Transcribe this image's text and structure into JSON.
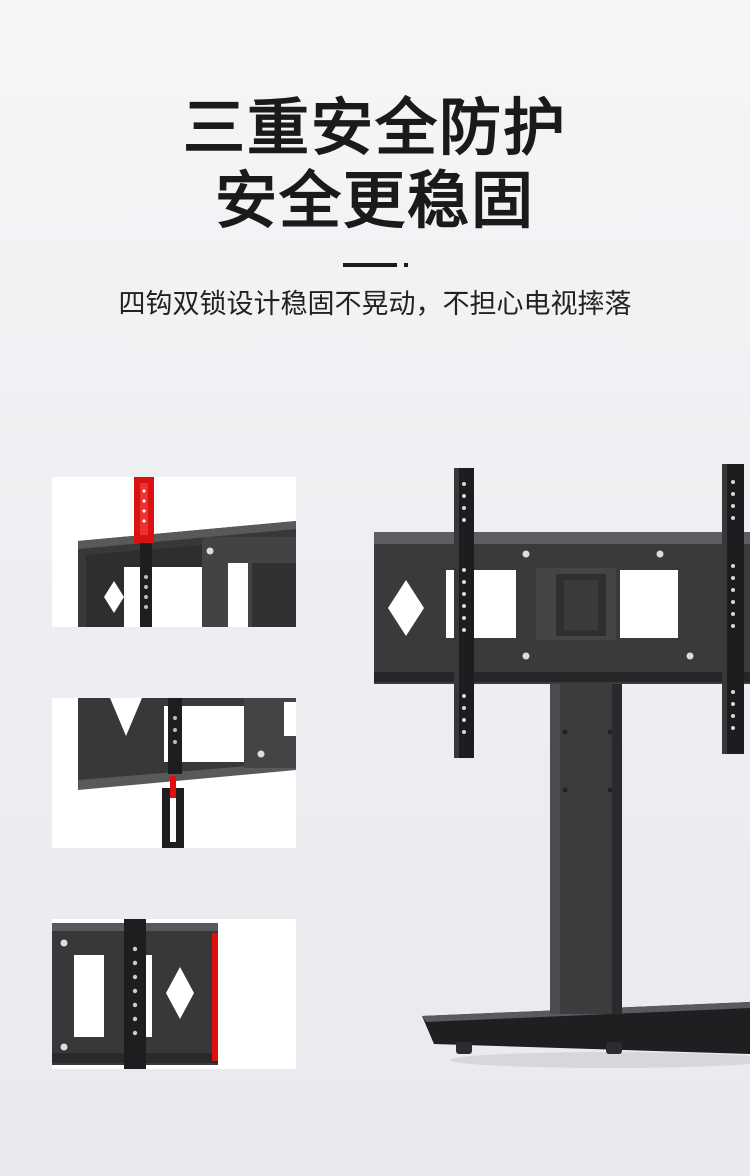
{
  "headline": {
    "line1": "三重安全防护",
    "line2": "安全更稳固"
  },
  "subtitle": "四钩双锁设计稳固不晃动，不担心电视摔落",
  "colors": {
    "background": "#eeeff2",
    "metal": "#3a3a3c",
    "metal_dark": "#262628",
    "accent_red": "#e01010",
    "text": "#1a1a1a"
  },
  "images": {
    "detail_views": [
      "hook-top-detail",
      "lock-bottom-detail",
      "side-lock-detail"
    ],
    "main_product": "tv-floor-stand"
  }
}
